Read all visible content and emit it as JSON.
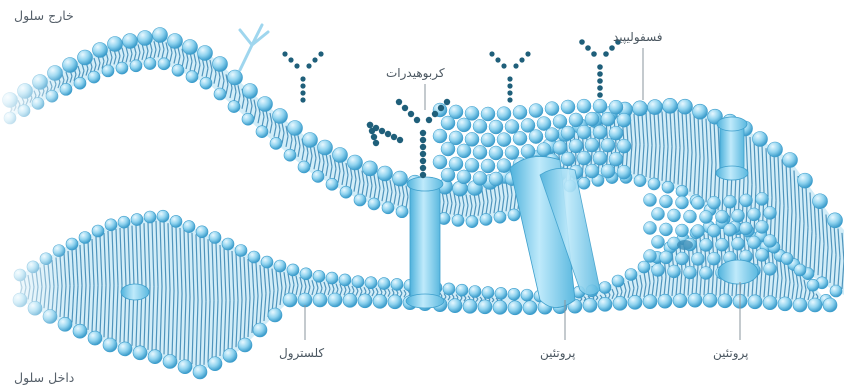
{
  "labels": {
    "outside_cell": "خارج سلول",
    "inside_cell": "داخل سلول",
    "carbohydrates": "کربوهیدرات",
    "phospholipid": "فسفولیپید",
    "cholesterol": "کلسترول",
    "protein_channel": "پروتئین",
    "protein_embedded": "پروتئین"
  },
  "colors": {
    "head": "#8fd3ef",
    "head_dark": "#3b9ccb",
    "tail": "#2f7fae",
    "protein": "#7ccbe9",
    "carbohydrate_chain": "#1f5f7a",
    "label_text": "#4a5660",
    "leader_line": "#8a959e"
  },
  "icons": [
    "carbohydrate-branch-icon",
    "protein-channel-icon",
    "phospholipid-head-icon"
  ]
}
